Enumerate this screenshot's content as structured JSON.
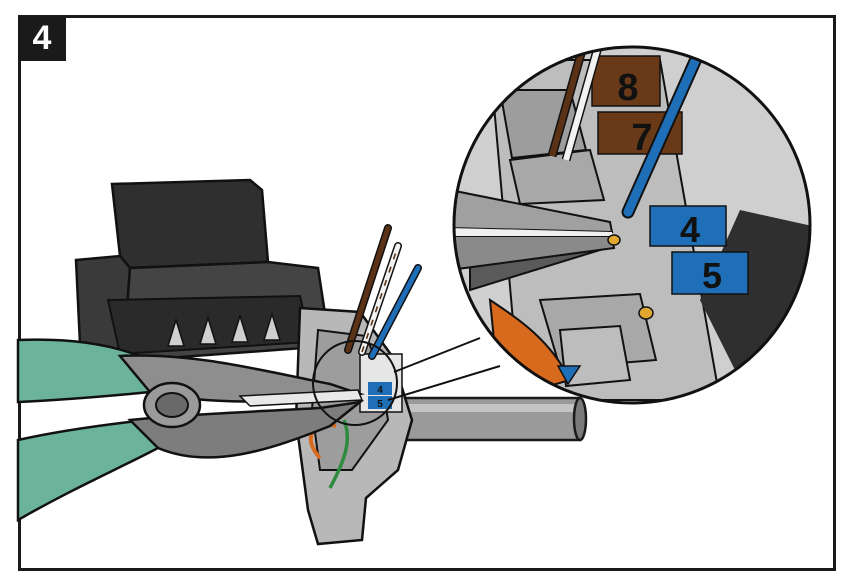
{
  "step": {
    "number": "4"
  },
  "jack": {
    "pair_labels": {
      "p8": "8",
      "p7": "7",
      "p4": "4",
      "p5": "5"
    },
    "small_labels": {
      "p4": "4",
      "p5": "5"
    }
  },
  "icons": [
    "rj45-keystone-jack-icon",
    "wire-cutter-pliers-icon",
    "network-cable-icon",
    "magnifier-callout-icon"
  ],
  "colors": {
    "brown_wire": "#5b3216",
    "blue_wire": "#1f6fb8",
    "white_wire": "#f2f2f2",
    "green_wire": "#2e8b3e",
    "plier_handle": "#6bb39b",
    "orange_wire": "#d86a1d",
    "label_blue": "#1f6fb8",
    "label_brown": "#6a3a18"
  }
}
